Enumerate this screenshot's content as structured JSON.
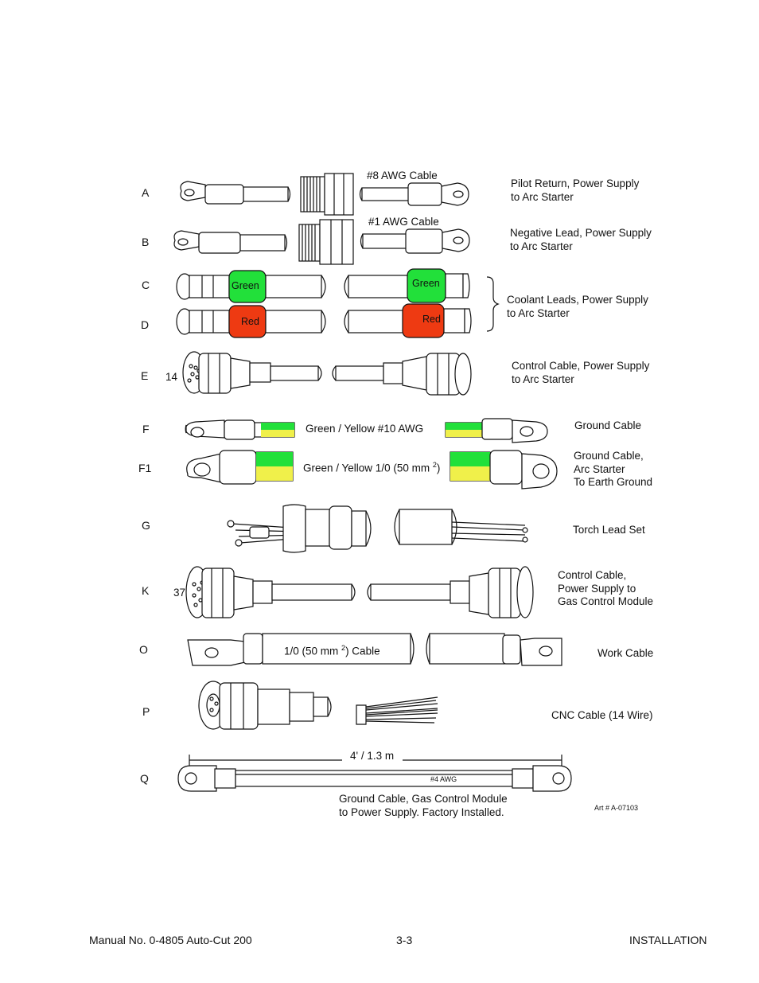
{
  "rows": [
    {
      "letter": "A",
      "desc": [
        "Pilot Return, Power Supply",
        "to Arc Starter"
      ],
      "cable_label": "#8 AWG Cable"
    },
    {
      "letter": "B",
      "desc": [
        "Negative Lead, Power Supply",
        "to Arc Starter"
      ],
      "cable_label": "#1 AWG Cable"
    },
    {
      "letter": "C",
      "tag_left": "Green",
      "tag_right": "Green",
      "tag_color": "#22e03a"
    },
    {
      "letter": "D",
      "tag_left": "Red",
      "tag_right": "Red",
      "tag_color": "#ee3a12"
    },
    {
      "letter": "E",
      "desc": [
        "Control Cable, Power Supply",
        "to Arc Starter"
      ],
      "pin_count": "14"
    },
    {
      "letter": "F",
      "desc": [
        "Ground Cable"
      ],
      "cable_label": "Green / Yellow  #10 AWG"
    },
    {
      "letter": "F1",
      "desc": [
        "Ground Cable,",
        "Arc Starter",
        "To Earth Ground"
      ],
      "cable_label": "Green / Yellow  1/0 (50 mm",
      "cable_sup": "2",
      "cable_label_end": ")"
    },
    {
      "letter": "G",
      "desc": [
        "Torch Lead Set"
      ]
    },
    {
      "letter": "K",
      "desc": [
        "Control Cable,",
        "Power Supply to",
        "Gas Control Module"
      ],
      "pin_count": "37"
    },
    {
      "letter": "O",
      "desc": [
        "Work Cable"
      ],
      "cable_label": "1/0  (50 mm",
      "cable_sup": "2",
      "cable_label_end": ") Cable"
    },
    {
      "letter": "P",
      "desc": [
        "CNC Cable  (14 Wire)"
      ]
    },
    {
      "letter": "Q",
      "length": "4' / 1.3 m",
      "wire_gauge": "#4 AWG",
      "desc": [
        "Ground Cable, Gas Control Module",
        "to Power Supply.  Factory Installed."
      ]
    }
  ],
  "coolant_desc": [
    "Coolant Leads, Power Supply",
    "to Arc Starter"
  ],
  "art_number": "Art # A-07103",
  "footer": {
    "left": "Manual No. 0-4805 Auto-Cut  200",
    "center": "3-3",
    "right": "INSTALLATION"
  },
  "colors": {
    "green": "#22e03a",
    "red": "#ee3a12",
    "yellow": "#f0f04a"
  }
}
